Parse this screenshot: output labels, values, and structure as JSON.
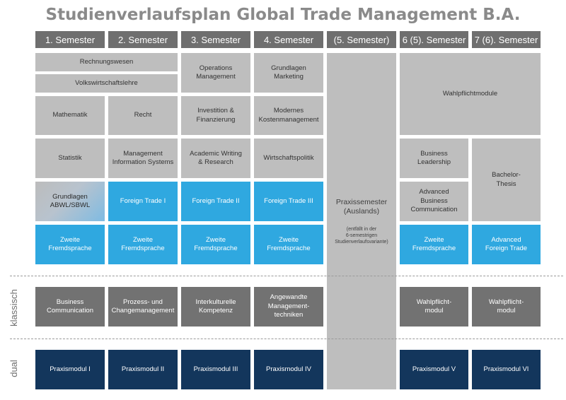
{
  "title": "Studienverlaufsplan Global Trade Management B.A.",
  "headers": [
    "1. Semester",
    "2. Semester",
    "3. Semester",
    "4. Semester",
    "(5. Semester)",
    "6 (5). Semester",
    "7 (6). Semester"
  ],
  "modules": {
    "rechnungswesen": "Rechnungswesen",
    "volkswirtschaftslehre": "Volkswirtschaftslehre",
    "operations_management": "Operations\nManagement",
    "grundlagen_marketing": "Grundlagen\nMarketing",
    "wahlpflichtmodule": "Wahlpflichtmodule",
    "mathematik": "Mathematik",
    "recht": "Recht",
    "investition": "Investition &\nFinanzierung",
    "kostenmanagement": "Modernes\nKostenmanagement",
    "statistik": "Statistik",
    "mis": "Management\nInformation Systems",
    "academic_writing": "Academic Writing\n& Research",
    "wirtschaftspolitik": "Wirtschaftspolitik",
    "business_leadership": "Business\nLeadership",
    "bachelor_thesis": "Bachelor-\nThesis",
    "grundlagen_abwl": "Grundlagen\nABWL/SBWL",
    "foreign_trade_1": "Foreign Trade I",
    "foreign_trade_2": "Foreign Trade II",
    "foreign_trade_3": "Foreign Trade III",
    "advanced_business_communication": "Advanced\nBusiness\nCommunication",
    "zweite_fremdsprache": "Zweite\nFremdsprache",
    "advanced_foreign_trade": "Advanced\nForeign Trade"
  },
  "praxissemester": {
    "label": "Praxissemester\n(Auslands)",
    "note": "(entfällt in der\n6-semestrigen\nStudienverlaufsvariante)"
  },
  "klassisch": {
    "label": "klassisch",
    "modules": [
      "Business\nCommunication",
      "Prozess- und\nChangemanagement",
      "Interkulturelle\nKompetenz",
      "Angewandte\nManagement-\ntechniken",
      "Wahlpflicht-\nmodul",
      "Wahlpflicht-\nmodul"
    ]
  },
  "dual": {
    "label": "dual",
    "modules": [
      "Praxismodul I",
      "Praxismodul II",
      "Praxismodul III",
      "Praxismodul IV",
      "Praxismodul V",
      "Praxismodul VI"
    ]
  },
  "colors": {
    "header": "#6f6f6f",
    "module_grey": "#bebebe",
    "module_blue": "#2fa8e0",
    "klassisch": "#727272",
    "dual": "#13365c"
  }
}
